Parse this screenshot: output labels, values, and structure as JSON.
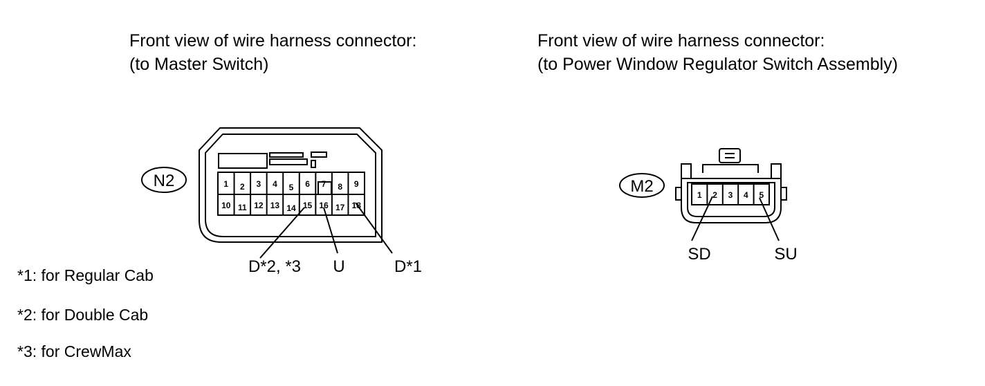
{
  "left": {
    "caption_line1": "Front view of wire harness connector:",
    "caption_line2": "(to Master Switch)",
    "connector_code": "N2",
    "pins_top": [
      "1",
      "2",
      "3",
      "4",
      "5",
      "6",
      "7",
      "8",
      "9"
    ],
    "pins_bottom": [
      "10",
      "11",
      "12",
      "13",
      "14",
      "15",
      "16",
      "17",
      "18"
    ],
    "callouts": [
      "D*2, *3",
      "U",
      "D*1"
    ]
  },
  "right": {
    "caption_line1": "Front view of wire harness connector:",
    "caption_line2": "(to Power Window Regulator Switch Assembly)",
    "connector_code": "M2",
    "pins": [
      "1",
      "2",
      "3",
      "4",
      "5"
    ],
    "callouts": [
      "SD",
      "SU"
    ]
  },
  "footnotes": [
    "*1: for Regular Cab",
    "*2: for Double Cab",
    "*3: for CrewMax"
  ]
}
